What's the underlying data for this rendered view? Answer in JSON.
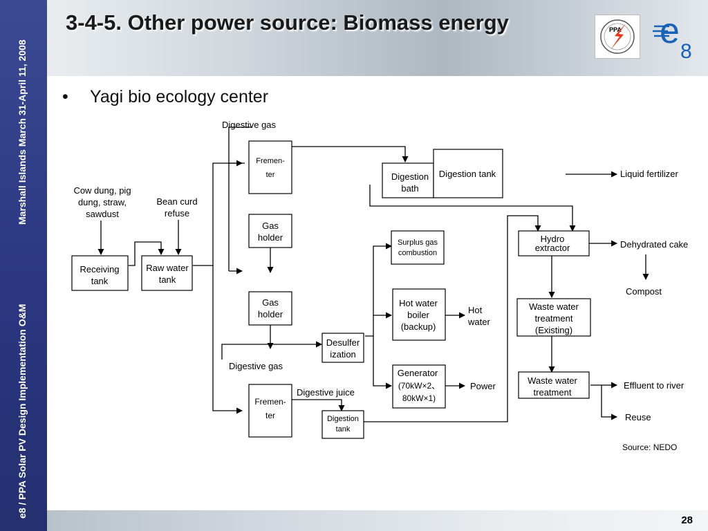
{
  "sidebar": {
    "top_text": "Marshall Islands March 31-April 11, 2008",
    "bottom_text": "e8 / PPA Solar PV Design Implementation O&M"
  },
  "header": {
    "title": "3-4-5. Other power source: Biomass energy",
    "ppa_logo": {
      "text": "PPA",
      "icon": "lightning-bolt-icon"
    },
    "e8_logo": {
      "text_e": "e",
      "text_8": "8",
      "color": "#1a62b8"
    }
  },
  "bullet": "Yagi bio ecology center",
  "diagram": {
    "labels": {
      "digestive_gas_top": "Digestive gas",
      "digestive_gas_mid": "Digestive gas",
      "digestive_juice": "Digestive juice",
      "cow_dung": [
        "Cow dung, pig",
        "dung, straw,",
        "sawdust"
      ],
      "bean_curd": [
        "Bean curd",
        "refuse"
      ],
      "liquid_fertilizer": "Liquid fertilizer",
      "dehydrated_cake": "Dehydrated cake",
      "compost": "Compost",
      "hot_water": [
        "Hot",
        "water"
      ],
      "power": "Power",
      "effluent": "Effluent to river",
      "reuse": "Reuse",
      "source": "Source: NEDO"
    },
    "boxes": {
      "fermenter_top": [
        "Fremen-",
        "ter"
      ],
      "digestion_bath": [
        "Digestion",
        "bath"
      ],
      "digestion_tank_top": "Digestion tank",
      "gas_holder_top": [
        "Gas",
        "holder"
      ],
      "gas_holder_mid": [
        "Gas",
        "holder"
      ],
      "receiving_tank": [
        "Receiving",
        "tank"
      ],
      "raw_water_tank": [
        "Raw water",
        "tank"
      ],
      "surplus_gas": [
        "Surplus gas",
        "combustion"
      ],
      "hot_water_boiler": [
        "Hot water",
        "boiler",
        "(backup)"
      ],
      "desulfer": [
        "Desulfer",
        "ization"
      ],
      "generator": [
        "Generator",
        "(70kW×2、",
        "80kW×1)"
      ],
      "fermenter_bottom": [
        "Fremen-",
        "ter"
      ],
      "digestion_tank_bottom": [
        "Digestion",
        "tank"
      ],
      "hydro_extractor": [
        "Hydro",
        "extractor"
      ],
      "waste_water_existing": [
        "Waste water",
        "treatment",
        "(Existing)"
      ],
      "waste_water_treatment": [
        "Waste water",
        "treatment"
      ]
    }
  },
  "footer": {
    "page_number": "28"
  }
}
